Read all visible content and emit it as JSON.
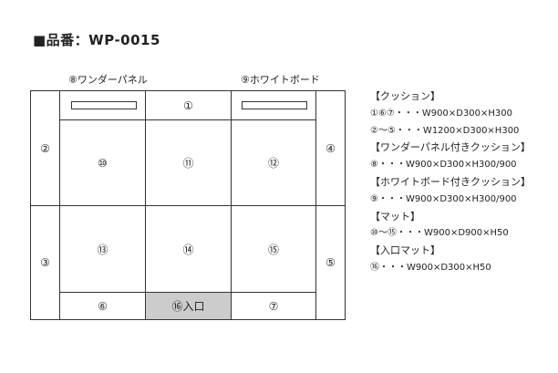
{
  "title": "■品番：WP-0015",
  "labels": {
    "wonder_panel": "⑧ワンダーパネル",
    "white_board": "⑨ホワイトボード"
  },
  "cells": {
    "c1": "①",
    "c2": "②",
    "c3": "③",
    "c4": "④",
    "c5": "⑤",
    "c6": "⑥",
    "c7": "⑦",
    "c10": "⑩",
    "c11": "⑪",
    "c12": "⑫",
    "c13": "⑬",
    "c14": "⑭",
    "c15": "⑮",
    "c16": "⑯入口"
  },
  "legend": [
    "【クッション】",
    "①⑥⑦・・・W900×D300×H300",
    "②～⑤・・・W1200×D300×H300",
    "【ワンダーパネル付きクッション】",
    "⑧・・・W900×D300×H300/900",
    "【ホワイトボード付きクッション】",
    "⑨・・・W900×D300×H300/900",
    "【マット】",
    "⑩～⑮・・・W900×D900×H50",
    "【入口マット】",
    "⑯・・・W900×D300×H50"
  ]
}
